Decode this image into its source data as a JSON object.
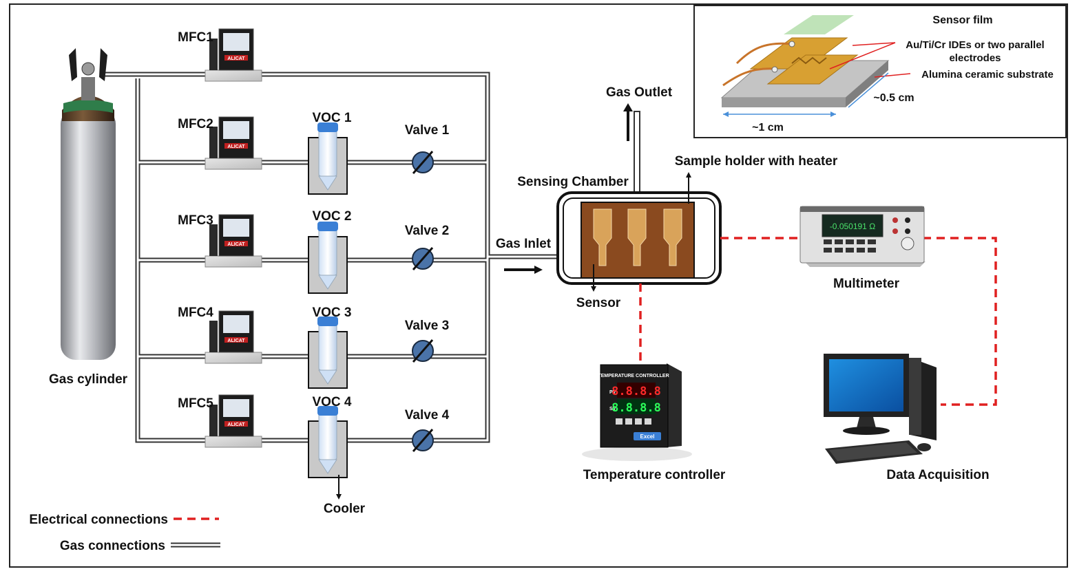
{
  "inset": {
    "sensor_film": "Sensor film",
    "electrodes_line1": "Au/Ti/Cr IDEs or two parallel",
    "electrodes_line2": "electrodes",
    "substrate": "Alumina ceramic substrate",
    "width_dim": "~0.5 cm",
    "length_dim": "~1 cm"
  },
  "gas_cylinder": "Gas cylinder",
  "mfcs": [
    "MFC1",
    "MFC2",
    "MFC3",
    "MFC4",
    "MFC5"
  ],
  "mfc_brand": "ALICAT",
  "vocs": [
    "VOC 1",
    "VOC 2",
    "VOC 3",
    "VOC 4"
  ],
  "valves": [
    "Valve 1",
    "Valve 2",
    "Valve 3",
    "Valve 4"
  ],
  "cooler": "Cooler",
  "gas_outlet": "Gas Outlet",
  "gas_inlet": "Gas Inlet",
  "sensing_chamber": "Sensing Chamber",
  "sample_holder": "Sample holder with heater",
  "sensor": "Sensor",
  "multimeter": {
    "label": "Multimeter",
    "reading": "-0.050191 Ω"
  },
  "temperature_controller": {
    "label": "Temperature controller",
    "panel_title": "TEMPERATURE CONTROLLER",
    "pv_label": "PV",
    "sv_label": "SV",
    "pv_digits": "8.8.8.8",
    "sv_digits": "8.8.8.8",
    "brand": "Excel"
  },
  "data_acquisition": "Data Acquisition",
  "legend": {
    "electrical": "Electrical connections",
    "gas": "Gas connections"
  },
  "colors": {
    "electrical_line": "#e02020",
    "holder_brown": "#8a4a1f",
    "pad_gold": "#d9a35a",
    "valve_blue": "#4a73a8",
    "cap_blue": "#3a7fd5"
  }
}
